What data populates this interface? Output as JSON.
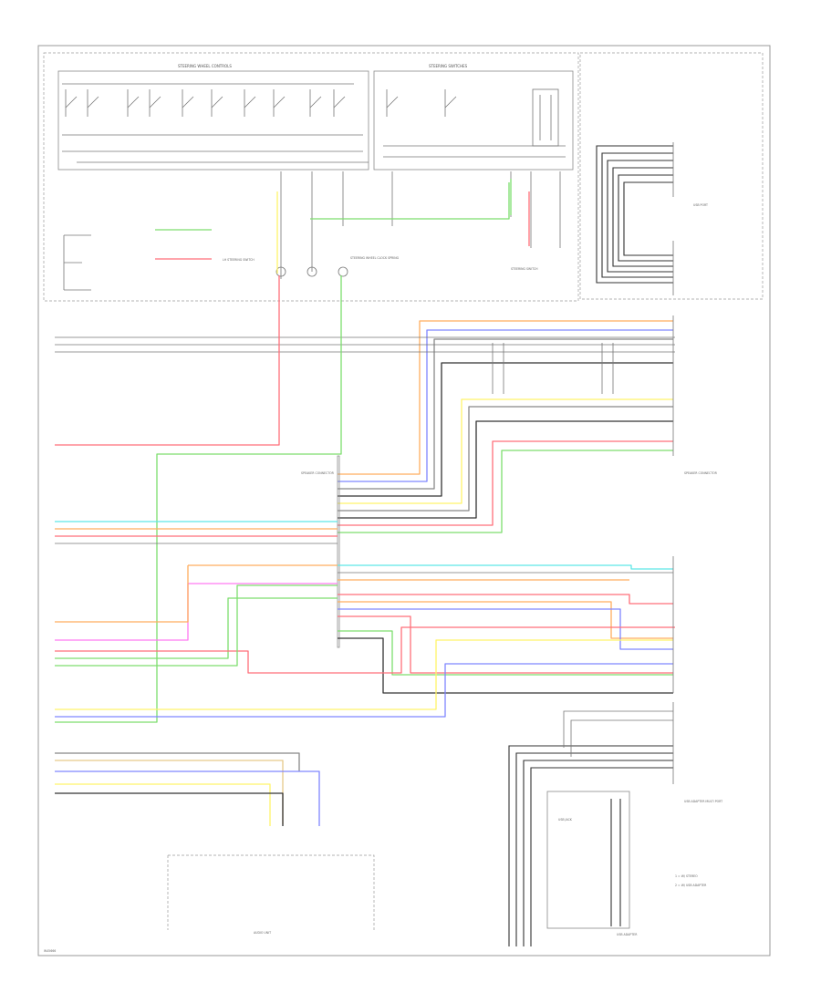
{
  "figure_code": "W45666",
  "colors": {
    "red": "#ff6f7a",
    "green": "#7dde6e",
    "orange": "#ffae5f",
    "blue": "#7f86ff",
    "yellow": "#fff36a",
    "cyan": "#5ee6e6",
    "magenta": "#ff7af2",
    "tan": "#e6c98a",
    "violet": "#b06cff",
    "black": "#333333",
    "gray": "#888888"
  },
  "labels": {
    "steering_wheel_controls": "STEERING WHEEL CONTROLS",
    "steering_switches": "STEERING SWITCHES",
    "left_steering_switch": "LH STEERING SWITCH",
    "steering_wheel_clock_spring": "STEERING WHEEL CLOCK SPRING",
    "steering_switch_assembly": "STEERING SWITCH",
    "usb_port": "USB PORT",
    "usb_adapter": "USB ADAPTER",
    "audio_unit": "AUDIO UNIT",
    "front_speaker_connector": "SPEAKER CONNECTOR",
    "rear_speaker_connector": "SPEAKER CONNECTOR",
    "usb_adapter_multi_port": "USB ADAPTER MULTI PORT",
    "usb_jack": "USB JACK",
    "legend_1": "1 = W/ STEREO",
    "legend_2": "2 = W/ USB ADAPTER"
  }
}
